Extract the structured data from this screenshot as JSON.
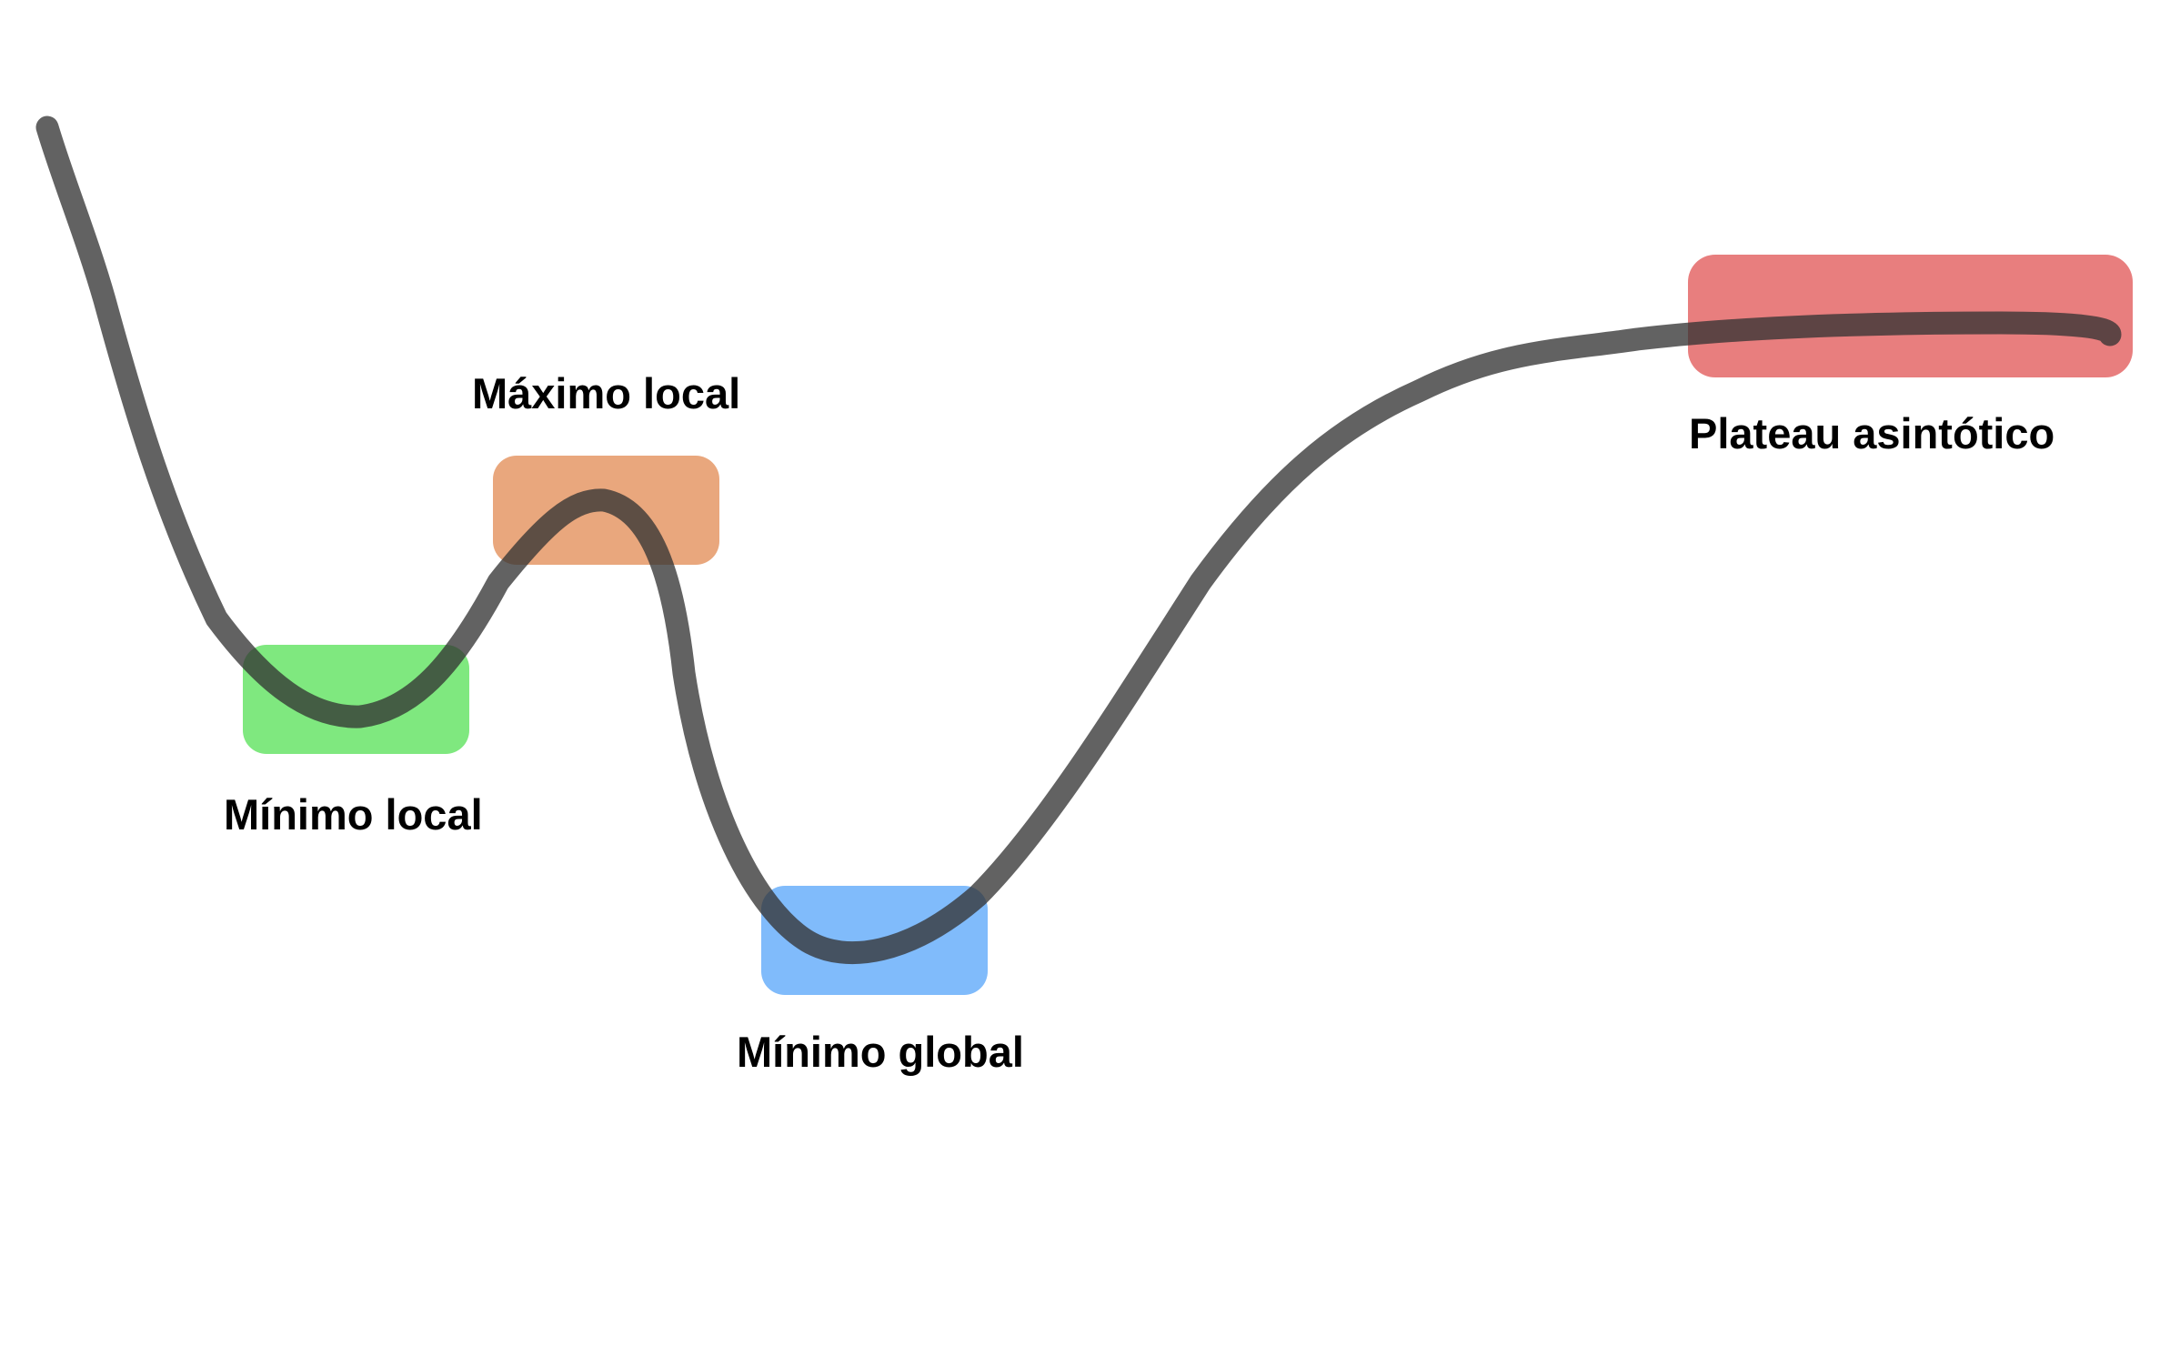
{
  "regions": [
    {
      "key": "local_min",
      "label": "Mínimo local",
      "color": "#7fe87f"
    },
    {
      "key": "local_max",
      "label": "Máximo local",
      "color": "#e9a77d"
    },
    {
      "key": "global_min",
      "label": "Mínimo global",
      "color": "#80bbfb"
    },
    {
      "key": "plateau",
      "label": "Plateau asintótico",
      "color": "#e87e7e"
    }
  ],
  "curve": {
    "color": "#333333",
    "opacity": 0.77
  }
}
